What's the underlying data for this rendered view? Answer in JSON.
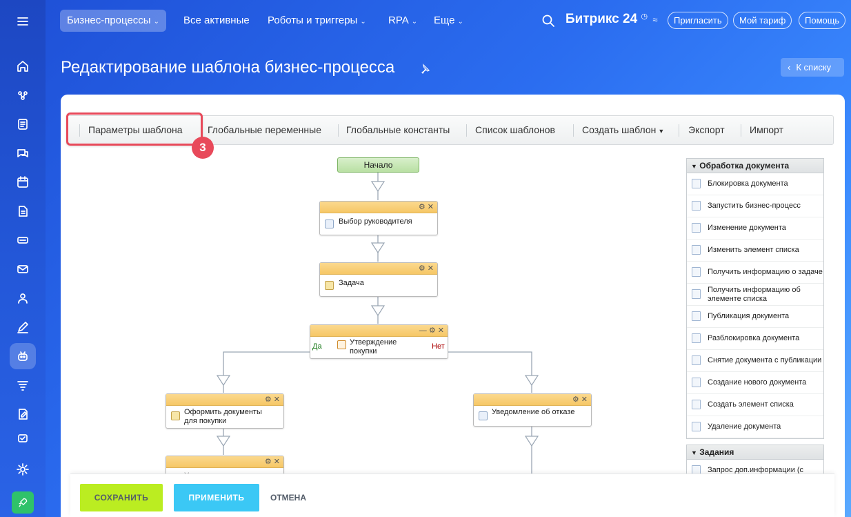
{
  "topnav": {
    "items": [
      {
        "label": "Бизнес-процессы",
        "active": true,
        "has_chevron": true
      },
      {
        "label": "Все активные",
        "has_chevron": false
      },
      {
        "label": "Роботы и триггеры",
        "has_chevron": true
      },
      {
        "label": "RPA",
        "has_chevron": true
      },
      {
        "label": "Еще",
        "has_chevron": true
      }
    ],
    "brand": "Битрикс 24",
    "invite": "Пригласить",
    "tariff": "Мой тариф",
    "help": "Помощь"
  },
  "page": {
    "title": "Редактирование шаблона бизнес-процесса",
    "back": "К списку"
  },
  "toolbar": {
    "items": [
      "Параметры шаблона",
      "Глобальные переменные",
      "Глобальные константы",
      "Список шаблонов",
      "Создать шаблон",
      "Экспорт",
      "Импорт"
    ],
    "highlight_badge": "3"
  },
  "diagram": {
    "start": "Начало",
    "select_manager": "Выбор руководителя",
    "task": "Задача",
    "approval": "Утверждение покупки",
    "yes": "Да",
    "no": "Нет",
    "prepare_docs": "Оформить документы для покупки",
    "reject_notice": "Уведомление об отказе",
    "partial": "Утверждение о"
  },
  "panel": {
    "section1": "Обработка документа",
    "items": [
      "Блокировка документа",
      "Запустить бизнес-процесс",
      "Изменение документа",
      "Изменить элемент списка",
      "Получить информацию о задаче",
      "Получить информацию об элементе списка",
      "Публикация документа",
      "Разблокировка документа",
      "Снятие документа с публикации",
      "Создание нового документа",
      "Создать элемент списка",
      "Удаление документа"
    ],
    "section2": "Задания",
    "section2_items": [
      "Запрос доп.информации (с"
    ]
  },
  "footer": {
    "save": "СОХРАНИТЬ",
    "apply": "ПРИМЕНИТЬ",
    "cancel": "ОТМЕНА"
  },
  "colors": {
    "highlight": "#e8495a",
    "save": "#bbed21",
    "apply": "#3bc8f5"
  }
}
